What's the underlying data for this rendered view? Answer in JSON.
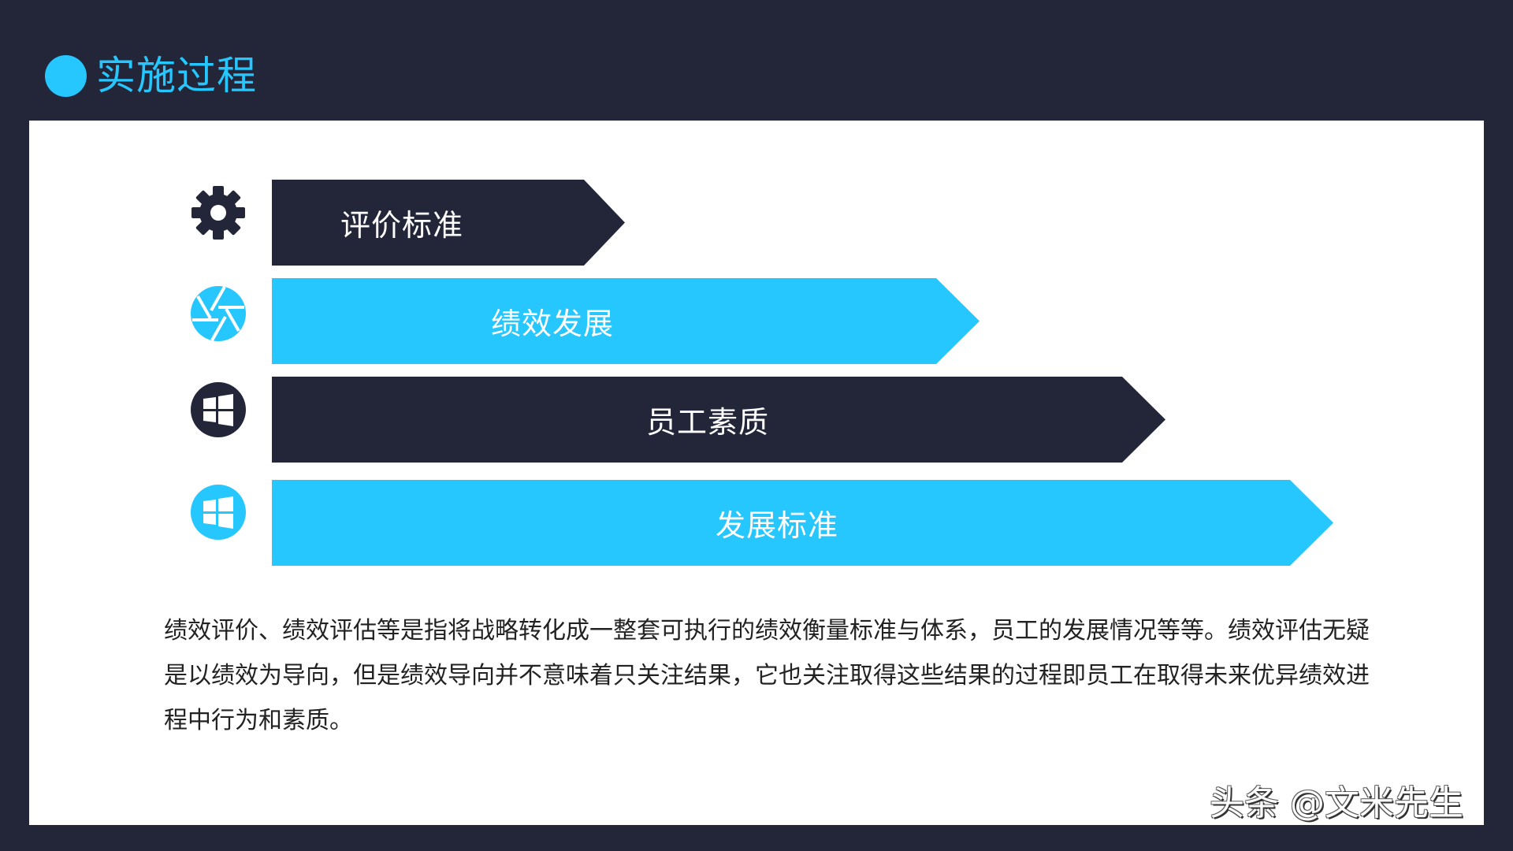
{
  "header": {
    "title": "实施过程",
    "accent_color": "#26c6fe",
    "background_color": "#232639"
  },
  "steps": [
    {
      "label": "评价标准",
      "icon": "gear-icon",
      "color": "#232639"
    },
    {
      "label": "绩效发展",
      "icon": "camera-aperture-icon",
      "color": "#26c6fe"
    },
    {
      "label": "员工素质",
      "icon": "windows-logo-icon",
      "color": "#232639"
    },
    {
      "label": "发展标准",
      "icon": "windows-logo-icon",
      "color": "#26c6fe"
    }
  ],
  "description": "绩效评价、绩效评估等是指将战略转化成一整套可执行的绩效衡量标准与体系，员工的发展情况等等。绩效评估无疑是以绩效为导向，但是绩效导向并不意味着只关注结果，它也关注取得这些结果的过程即员工在取得未来优异绩效进程中行为和素质。",
  "watermark": "头条 @文米先生"
}
